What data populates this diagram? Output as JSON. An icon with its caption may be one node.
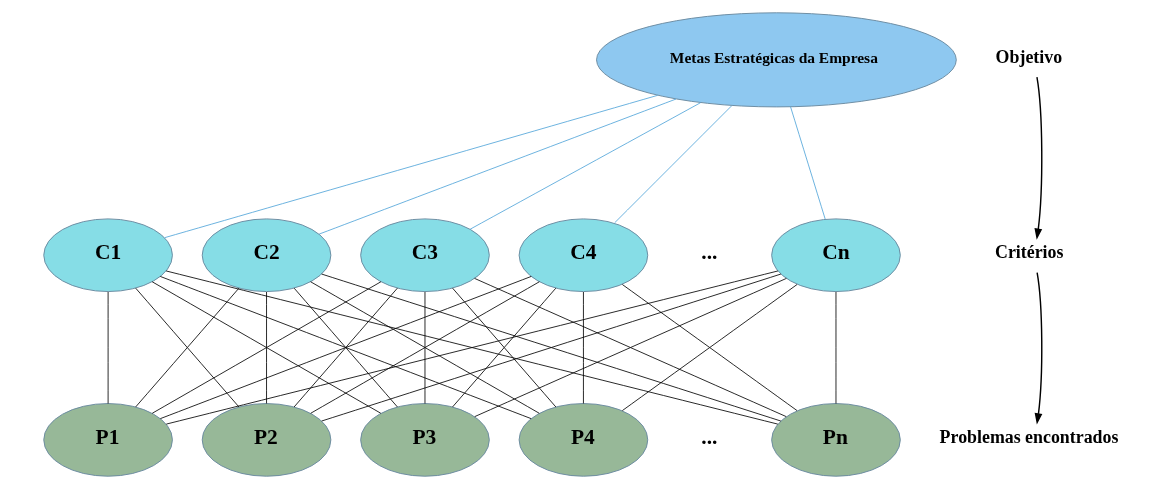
{
  "diagram": {
    "nodes": [
      {
        "text": [
          "Metas Estratégicas da Empresa"
        ]
      },
      {
        "text": [
          "C1"
        ]
      },
      {
        "text": [
          "C2"
        ]
      },
      {
        "text": [
          "C3"
        ]
      },
      {
        "text": [
          "C4"
        ]
      },
      {
        "text": [
          "Cn"
        ]
      },
      {
        "text": [
          "P1"
        ]
      },
      {
        "text": [
          "P2"
        ]
      },
      {
        "text": [
          "P3"
        ]
      },
      {
        "text": [
          "P4"
        ]
      },
      {
        "text": [
          "Pn"
        ]
      },
      {
        "text": [
          "Objetivo"
        ]
      },
      {
        "text": [
          "Critérios"
        ]
      },
      {
        "text": [
          "Problemas encontrados"
        ]
      }
    ],
    "edges": [
      {
        "from": 0,
        "to": 1,
        "arrow": "none",
        "color": "#4fa3d8"
      },
      {
        "from": 0,
        "to": 2,
        "arrow": "none",
        "color": "#4fa3d8"
      },
      {
        "from": 0,
        "to": 3,
        "arrow": "none",
        "color": "#4fa3d8"
      },
      {
        "from": 0,
        "to": 4,
        "arrow": "none",
        "color": "#4fa3d8"
      },
      {
        "from": 0,
        "to": 5,
        "arrow": "none",
        "color": "#4fa3d8"
      },
      {
        "from": 1,
        "to": 6,
        "arrow": "none"
      },
      {
        "from": 1,
        "to": 7,
        "arrow": "none"
      },
      {
        "from": 1,
        "to": 8,
        "arrow": "none"
      },
      {
        "from": 1,
        "to": 9,
        "arrow": "none"
      },
      {
        "from": 1,
        "to": 10,
        "arrow": "none"
      },
      {
        "from": 2,
        "to": 6,
        "arrow": "none"
      },
      {
        "from": 2,
        "to": 7,
        "arrow": "none"
      },
      {
        "from": 2,
        "to": 8,
        "arrow": "none"
      },
      {
        "from": 2,
        "to": 9,
        "arrow": "none"
      },
      {
        "from": 2,
        "to": 10,
        "arrow": "none"
      },
      {
        "from": 3,
        "to": 6,
        "arrow": "none"
      },
      {
        "from": 3,
        "to": 7,
        "arrow": "none"
      },
      {
        "from": 3,
        "to": 8,
        "arrow": "none"
      },
      {
        "from": 3,
        "to": 9,
        "arrow": "none"
      },
      {
        "from": 3,
        "to": 10,
        "arrow": "none"
      },
      {
        "from": 4,
        "to": 6,
        "arrow": "none"
      },
      {
        "from": 4,
        "to": 7,
        "arrow": "none"
      },
      {
        "from": 4,
        "to": 8,
        "arrow": "none"
      },
      {
        "from": 4,
        "to": 9,
        "arrow": "none"
      },
      {
        "from": 4,
        "to": 10,
        "arrow": "none"
      },
      {
        "from": 5,
        "to": 6,
        "arrow": "none"
      },
      {
        "from": 5,
        "to": 7,
        "arrow": "none"
      },
      {
        "from": 5,
        "to": 8,
        "arrow": "none"
      },
      {
        "from": 5,
        "to": 9,
        "arrow": "none"
      },
      {
        "from": 5,
        "to": 10,
        "arrow": "none"
      },
      {
        "from": 11,
        "to": 12,
        "arrow": "to"
      },
      {
        "from": 12,
        "to": 13,
        "arrow": "to"
      }
    ],
    "labels": [
      "...",
      "..."
    ]
  }
}
